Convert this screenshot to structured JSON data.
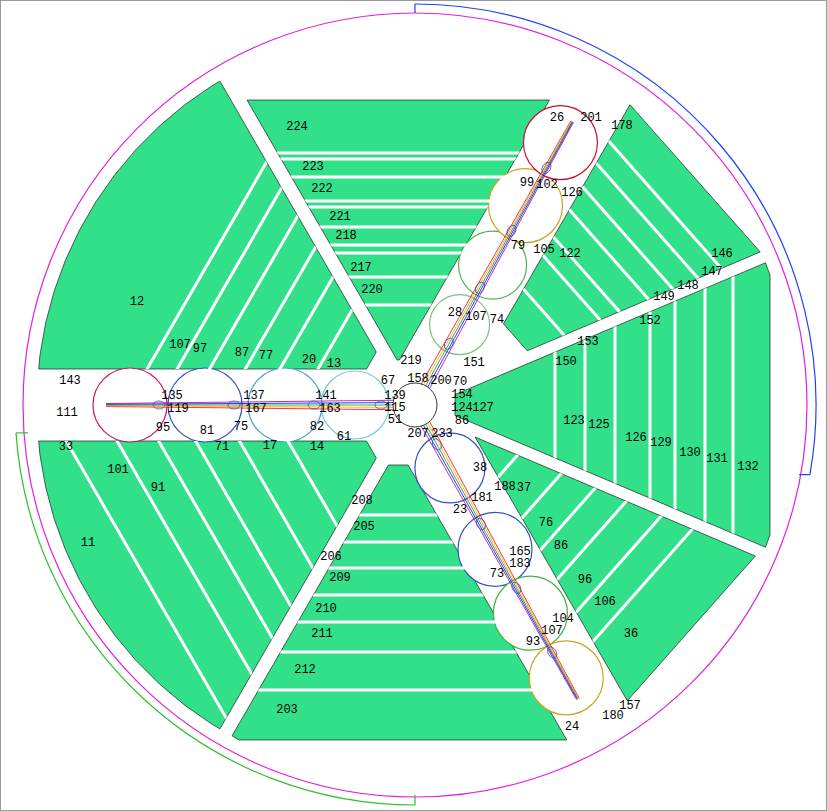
{
  "diagram": {
    "labels": [
      "224",
      "223",
      "222",
      "221",
      "218",
      "217",
      "220",
      "26",
      "201",
      "178",
      "99",
      "102",
      "126",
      "79",
      "105",
      "122",
      "28",
      "107",
      "74",
      "146",
      "147",
      "148",
      "149",
      "152",
      "153",
      "150",
      "151",
      "127",
      "123",
      "125",
      "126",
      "129",
      "130",
      "131",
      "132",
      "219",
      "67",
      "158",
      "200",
      "70",
      "154",
      "124",
      "139",
      "115",
      "51",
      "207",
      "233",
      "86",
      "38",
      "37",
      "188",
      "181",
      "23",
      "76",
      "86",
      "165",
      "183",
      "73",
      "96",
      "106",
      "104",
      "107",
      "93",
      "36",
      "157",
      "180",
      "24",
      "208",
      "205",
      "206",
      "209",
      "210",
      "211",
      "212",
      "203",
      "11",
      "101",
      "91",
      "81",
      "71",
      "17",
      "14",
      "61",
      "95",
      "75",
      "82",
      "143",
      "111",
      "33",
      "135",
      "119",
      "137",
      "167",
      "141",
      "163",
      "12",
      "107",
      "97",
      "87",
      "77",
      "20",
      "13"
    ]
  }
}
